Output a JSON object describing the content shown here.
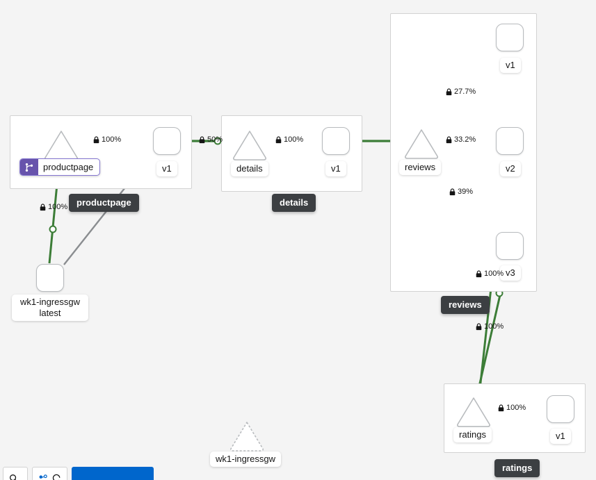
{
  "graph": {
    "type": "service-mesh-topology",
    "background_color": "#f4f4f4",
    "edge_color": "#3c7d37",
    "edge_color_idle": "#8a8d90",
    "badge_color": "#6753ac",
    "tooltip_color": "#3c3f42"
  },
  "groups": [
    {
      "id": "productpage",
      "label": "productpage"
    },
    {
      "id": "details",
      "label": "details"
    },
    {
      "id": "reviews",
      "label": "reviews"
    },
    {
      "id": "ratings",
      "label": "ratings"
    }
  ],
  "nodes": {
    "ingressgw_workload": {
      "label": "wk1-ingressgw\nlatest",
      "icon": "workload-node"
    },
    "productpage_service": {
      "label": "productpage",
      "icon": "service-triangle",
      "badge": "virtual-service-icon"
    },
    "productpage_v1": {
      "label": "v1",
      "icon": "workload-node"
    },
    "details_service": {
      "label": "details",
      "icon": "service-triangle"
    },
    "details_v1": {
      "label": "v1",
      "icon": "workload-node"
    },
    "reviews_service": {
      "label": "reviews",
      "icon": "service-triangle"
    },
    "reviews_v1": {
      "label": "v1",
      "icon": "workload-node"
    },
    "reviews_v2": {
      "label": "v2",
      "icon": "workload-node"
    },
    "reviews_v3": {
      "label": "v3",
      "icon": "workload-node"
    },
    "ratings_service": {
      "label": "ratings",
      "icon": "service-triangle"
    },
    "ratings_v1": {
      "label": "v1",
      "icon": "workload-node"
    },
    "ingressgw_service": {
      "label": "wk1-ingressgw",
      "icon": "service-triangle-dashed"
    }
  },
  "tooltips": [
    {
      "id": "tt-productpage",
      "text": "productpage"
    },
    {
      "id": "tt-details",
      "text": "details"
    },
    {
      "id": "tt-reviews",
      "text": "reviews"
    },
    {
      "id": "tt-ratings",
      "text": "ratings"
    }
  ],
  "edges": [
    {
      "id": "e-gw-productpage",
      "from": "wk1-ingressgw latest",
      "to": "productpage",
      "rate": "100%",
      "secure": true,
      "icon": "lock-icon"
    },
    {
      "id": "e-productpage-v1",
      "from": "productpage",
      "to": "v1",
      "rate": "100%",
      "secure": true,
      "icon": "lock-icon"
    },
    {
      "id": "e-v1-details",
      "from": "productpage v1",
      "to": "details",
      "rate": "50%",
      "secure": true,
      "icon": "lock-icon"
    },
    {
      "id": "e-details-v1",
      "from": "details",
      "to": "v1",
      "rate": "100%",
      "secure": true,
      "icon": "lock-icon"
    },
    {
      "id": "e-reviews-v1",
      "from": "reviews",
      "to": "v1",
      "rate": "27.7%",
      "secure": true,
      "icon": "lock-icon"
    },
    {
      "id": "e-reviews-v2",
      "from": "reviews",
      "to": "v2",
      "rate": "33.2%",
      "secure": true,
      "icon": "lock-icon"
    },
    {
      "id": "e-reviews-v3",
      "from": "reviews",
      "to": "v3",
      "rate": "39%",
      "secure": true,
      "icon": "lock-icon"
    },
    {
      "id": "e-v3-ratings-a",
      "from": "reviews v2",
      "to": "ratings",
      "rate": "100%",
      "secure": true,
      "icon": "lock-icon"
    },
    {
      "id": "e-v3-ratings-b",
      "from": "reviews v3",
      "to": "ratings",
      "rate": "100%",
      "secure": true,
      "icon": "lock-icon"
    },
    {
      "id": "e-ratings-v1",
      "from": "ratings",
      "to": "v1",
      "rate": "100%",
      "secure": true,
      "icon": "lock-icon"
    }
  ],
  "toolbar": {
    "zoom_label": "",
    "legend_label": "",
    "primary_label": ""
  }
}
